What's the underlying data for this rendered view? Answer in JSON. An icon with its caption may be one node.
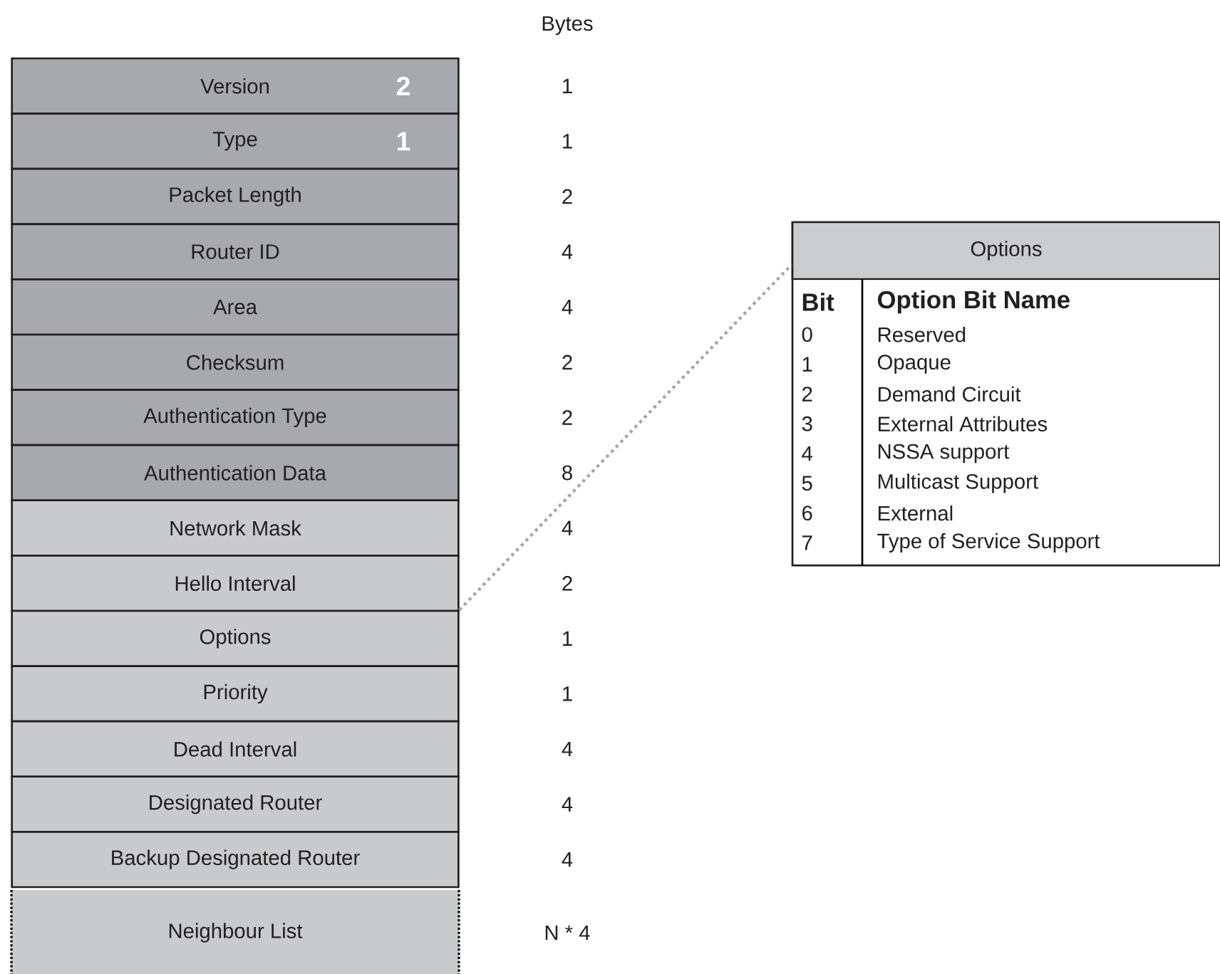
{
  "diagram": {
    "nodes": [
      {
        "text": [
          "Version",
          "2"
        ]
      },
      {
        "text": [
          "Type",
          "1"
        ]
      },
      {
        "text": [
          "Packet Length"
        ]
      },
      {
        "text": [
          "Router ID"
        ]
      },
      {
        "text": [
          "Area"
        ]
      },
      {
        "text": [
          "Checksum"
        ]
      },
      {
        "text": [
          "Authentication Type"
        ]
      },
      {
        "text": [
          "Authentication Data"
        ]
      },
      {
        "text": [
          "Network Mask"
        ]
      },
      {
        "text": [
          "Hello Interval"
        ]
      },
      {
        "text": [
          "Options"
        ]
      },
      {
        "text": [
          "Priority"
        ]
      },
      {
        "text": [
          "Dead Interval"
        ]
      },
      {
        "text": [
          "Designated Router"
        ]
      },
      {
        "text": [
          "Backup Designated Router"
        ]
      },
      {
        "text": [
          "Neighbour List"
        ]
      },
      {
        "text": [
          "Options",
          "Bit",
          "Option Bit Name",
          "0",
          "Reserved",
          "1",
          "Opaque",
          "2",
          "Demand Circuit",
          "3",
          "External Attributes",
          "4",
          "NSSA support",
          "5",
          "Multicast Support",
          "6",
          "External",
          "7",
          "Type of Service Support"
        ]
      }
    ],
    "edges": [
      {
        "from": 10,
        "to": 16,
        "arrow": "none",
        "style": "dashed"
      }
    ],
    "labels": [
      "Bytes",
      "1",
      "1",
      "2",
      "4",
      "4",
      "2",
      "2",
      "8",
      "4",
      "2",
      "1",
      "1",
      "4",
      "4",
      "4",
      "N * 4"
    ]
  }
}
